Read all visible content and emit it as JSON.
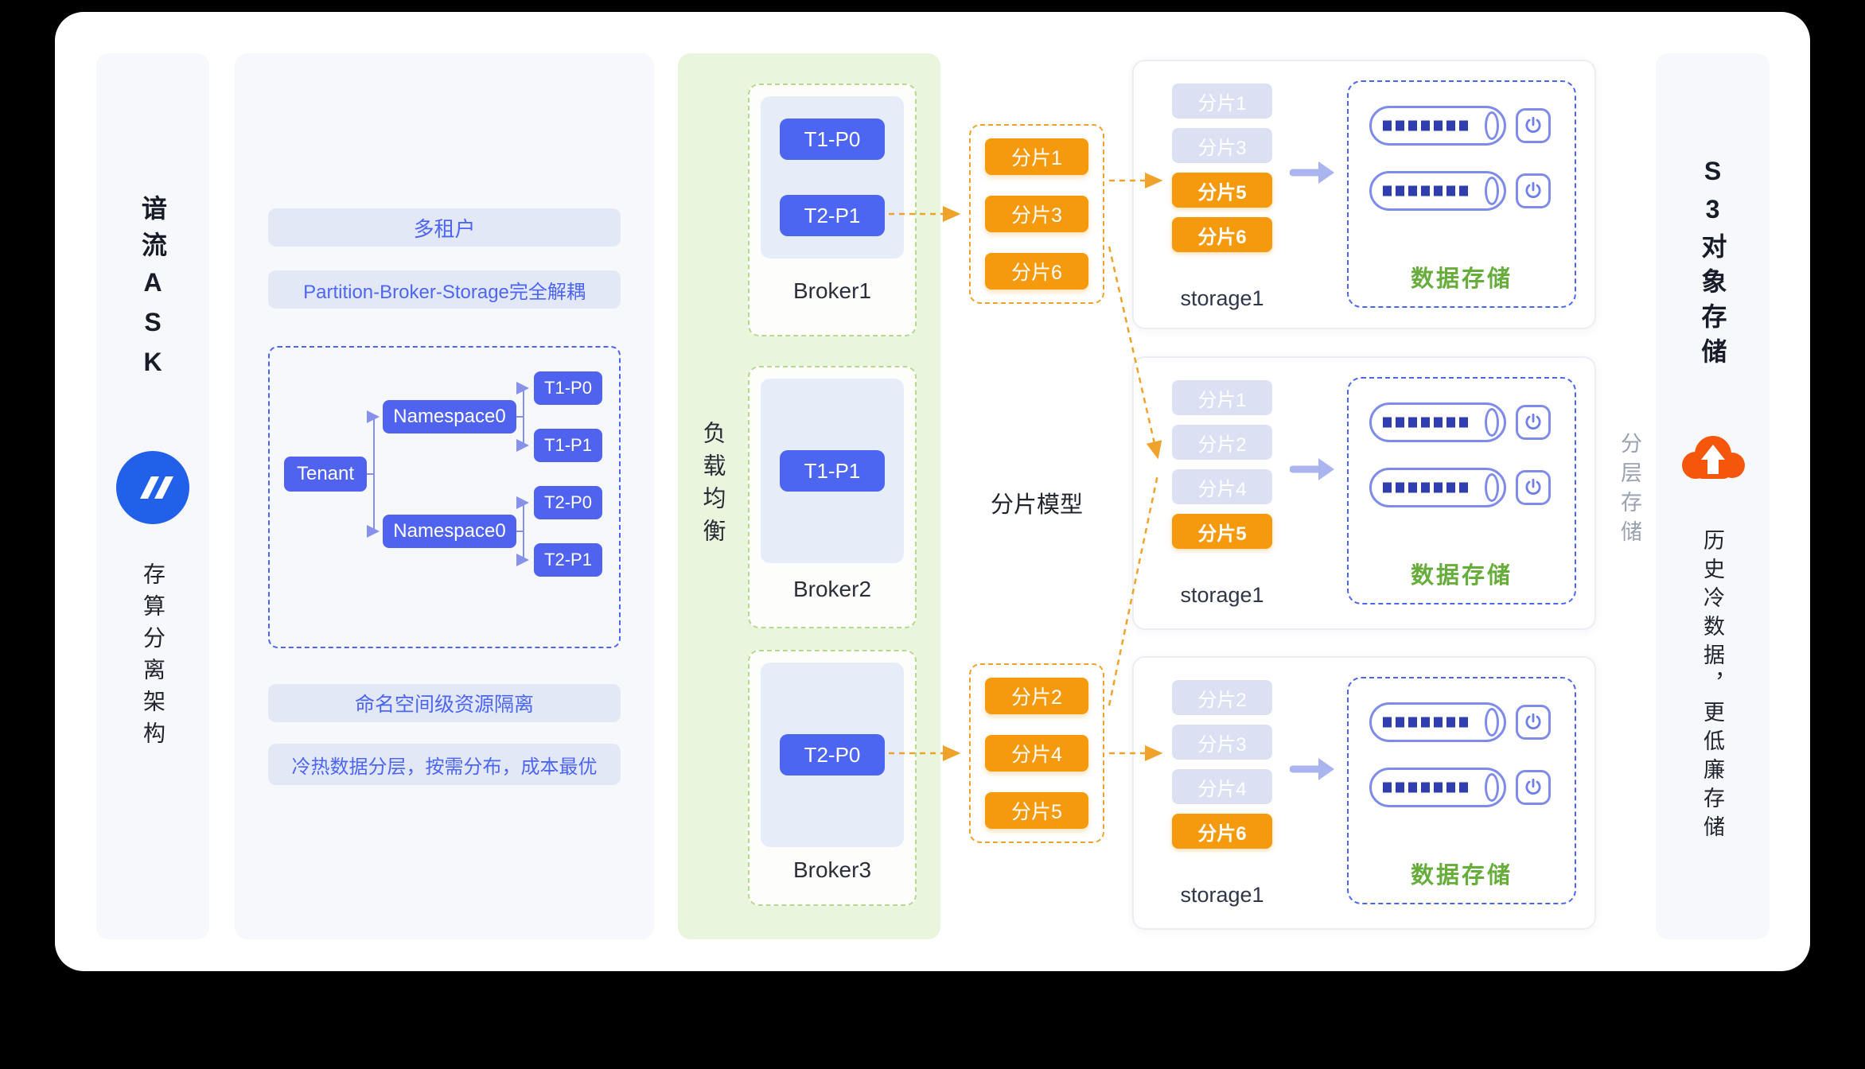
{
  "left_rail": {
    "title": "谙流ASK",
    "subtitle": "存算分离架构"
  },
  "tenant_panel": {
    "pill_multi_tenant": "多租户",
    "pill_decouple": "Partition-Broker-Storage完全解耦",
    "tree": {
      "tenant": "Tenant",
      "namespace_top": "Namespace0",
      "namespace_bottom": "Namespace0",
      "partitions": [
        "T1-P0",
        "T1-P1",
        "T2-P0",
        "T2-P1"
      ]
    },
    "pill_namespace_isolation": "命名空间级资源隔离",
    "pill_tiering": "冷热数据分层，按需分布，成本最优"
  },
  "broker_panel": {
    "label": "负载均衡",
    "brokers": [
      {
        "name": "Broker1",
        "partitions": [
          "T1-P0",
          "T2-P1"
        ]
      },
      {
        "name": "Broker2",
        "partitions": [
          "T1-P1"
        ]
      },
      {
        "name": "Broker3",
        "partitions": [
          "T2-P0"
        ]
      }
    ]
  },
  "shard_model": {
    "label": "分片模型",
    "groups": [
      {
        "shards": [
          "分片1",
          "分片3",
          "分片6"
        ]
      },
      {
        "shards": [
          "分片2",
          "分片4",
          "分片5"
        ]
      }
    ]
  },
  "storage_panels": [
    {
      "name": "storage1",
      "data_label": "数据存储",
      "shards": [
        {
          "label": "分片1",
          "tier": "warm"
        },
        {
          "label": "分片3",
          "tier": "warm"
        },
        {
          "label": "分片5",
          "tier": "hot"
        },
        {
          "label": "分片6",
          "tier": "hot"
        }
      ]
    },
    {
      "name": "storage1",
      "data_label": "数据存储",
      "shards": [
        {
          "label": "分片1",
          "tier": "warm"
        },
        {
          "label": "分片2",
          "tier": "warm"
        },
        {
          "label": "分片4",
          "tier": "warm"
        },
        {
          "label": "分片5",
          "tier": "hot"
        }
      ]
    },
    {
      "name": "storage1",
      "data_label": "数据存储",
      "shards": [
        {
          "label": "分片2",
          "tier": "warm"
        },
        {
          "label": "分片3",
          "tier": "warm"
        },
        {
          "label": "分片4",
          "tier": "warm"
        },
        {
          "label": "分片6",
          "tier": "hot"
        }
      ]
    }
  ],
  "tiered_storage_label": "分层存储",
  "right_rail": {
    "title": "S3对象存储",
    "description": "历史冷数据，更低廉存储"
  },
  "colors": {
    "accent_blue": "#4d66f1",
    "accent_orange": "#f59a0d",
    "lavender_chip": "#dbe1f3",
    "green_panel": "#e9f5dd",
    "green_text": "#67ad3c",
    "logo_blue": "#2160e8",
    "cloud_orange": "#f4560c"
  }
}
